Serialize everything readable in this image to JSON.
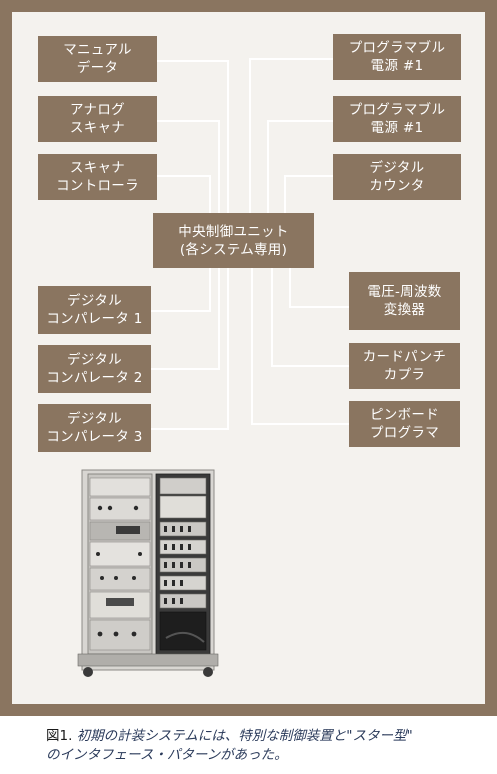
{
  "left_boxes": [
    {
      "line1": "マニュアル",
      "line2": "データ"
    },
    {
      "line1": "アナログ",
      "line2": "スキャナ"
    },
    {
      "line1": "スキャナ",
      "line2": "コントローラ"
    },
    {
      "line1": "デジタル",
      "line2": "コンパレータ 1"
    },
    {
      "line1": "デジタル",
      "line2": "コンパレータ 2"
    },
    {
      "line1": "デジタル",
      "line2": "コンパレータ 3"
    }
  ],
  "right_boxes": [
    {
      "line1": "プログラマブル",
      "line2": "電源 #1"
    },
    {
      "line1": "プログラマブル",
      "line2": "電源 #1"
    },
    {
      "line1": "デジタル",
      "line2": "カウンタ"
    },
    {
      "line1": "電圧-周波数",
      "line2": "変換器"
    },
    {
      "line1": "カードパンチ",
      "line2": "カプラ"
    },
    {
      "line1": "ピンボード",
      "line2": "プログラマ"
    }
  ],
  "center": {
    "line1": "中央制御ユニット",
    "line2": "(各システム専用)"
  },
  "caption": {
    "figure_label": "図1.",
    "line1": "初期の計装システムには、特別な制御装置と\"スター型\"",
    "line2": "のインタフェース・パターンがあった。"
  },
  "colors": {
    "box": "#8a7560",
    "frame": "#8a7560",
    "line": "#ffffff"
  }
}
